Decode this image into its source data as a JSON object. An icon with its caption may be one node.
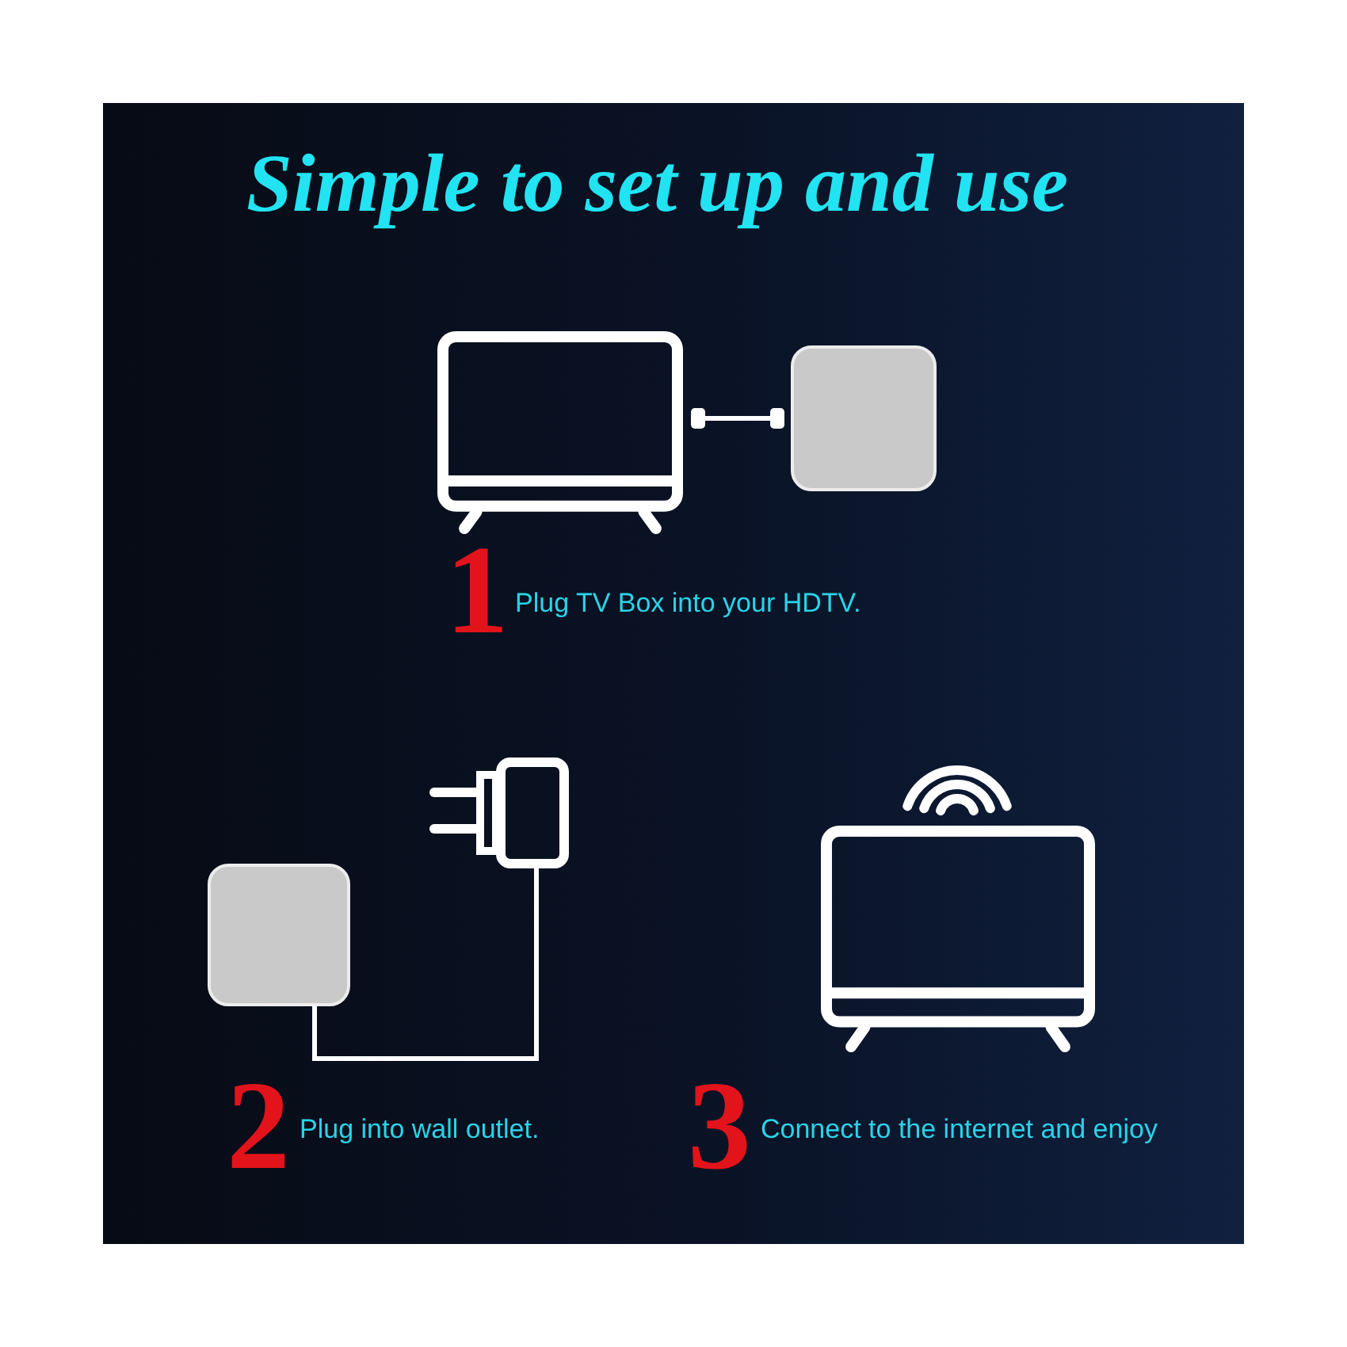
{
  "diagram": {
    "title": "Simple to set up and use",
    "nodes": [
      {
        "text": [],
        "shape": "picture"
      },
      {
        "text": [],
        "shape": "box"
      },
      {
        "text": [],
        "shape": "box"
      },
      {
        "text": [],
        "shape": "picture"
      }
    ],
    "edges": [
      {
        "from": 0,
        "to": 1,
        "arrow": "other"
      },
      {
        "from": 2,
        "to": 3,
        "arrow": "none"
      }
    ],
    "labels": [
      "1",
      "Plug TV Box into your HDTV.",
      "2",
      "Plug into wall outlet.",
      "3",
      "Connect to the internet and enjoy"
    ]
  }
}
